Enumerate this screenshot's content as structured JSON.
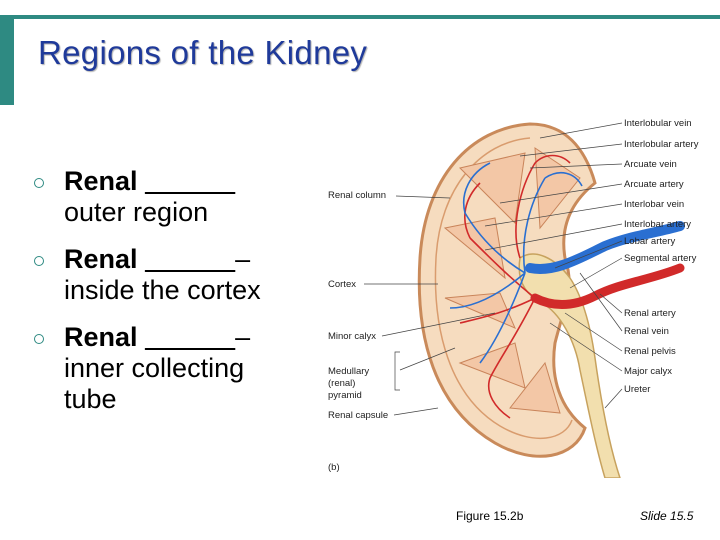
{
  "title": "Regions of the Kidney",
  "bullets": [
    {
      "term": "Renal",
      "blank": "______",
      "desc_line1": "outer region",
      "desc_line2": "",
      "desc_line3": ""
    },
    {
      "term": "Renal",
      "blank": "______",
      "suffix": "–",
      "desc_line1": "inside the cortex",
      "desc_line2": "",
      "desc_line3": ""
    },
    {
      "term": "Renal",
      "blank": "______",
      "suffix": "–",
      "desc_line1": "inner collecting",
      "desc_line2": "tube",
      "desc_line3": ""
    }
  ],
  "figure": {
    "left_labels": [
      "Renal column",
      "Cortex",
      "Minor calyx",
      "Medullary",
      "(renal)",
      "pyramid",
      "Renal capsule"
    ],
    "right_labels": [
      "Interlobular vein",
      "Interlobular artery",
      "Arcuate vein",
      "Arcuate artery",
      "Interlobar vein",
      "Interlobar artery",
      "Lobar artery",
      "Segmental artery",
      "Renal artery",
      "Renal vein",
      "Renal pelvis",
      "Major calyx",
      "Ureter"
    ],
    "panel_label": "(b)"
  },
  "caption": "Figure 15.2b",
  "slide_number": "Slide 15.5",
  "colors": {
    "title": "#1f3a9a",
    "accent": "#2e8a82",
    "artery": "#d12a2a",
    "vein": "#2a6fd1",
    "pyramid": "#f3c7a6",
    "cortex": "#f6dcbf"
  }
}
